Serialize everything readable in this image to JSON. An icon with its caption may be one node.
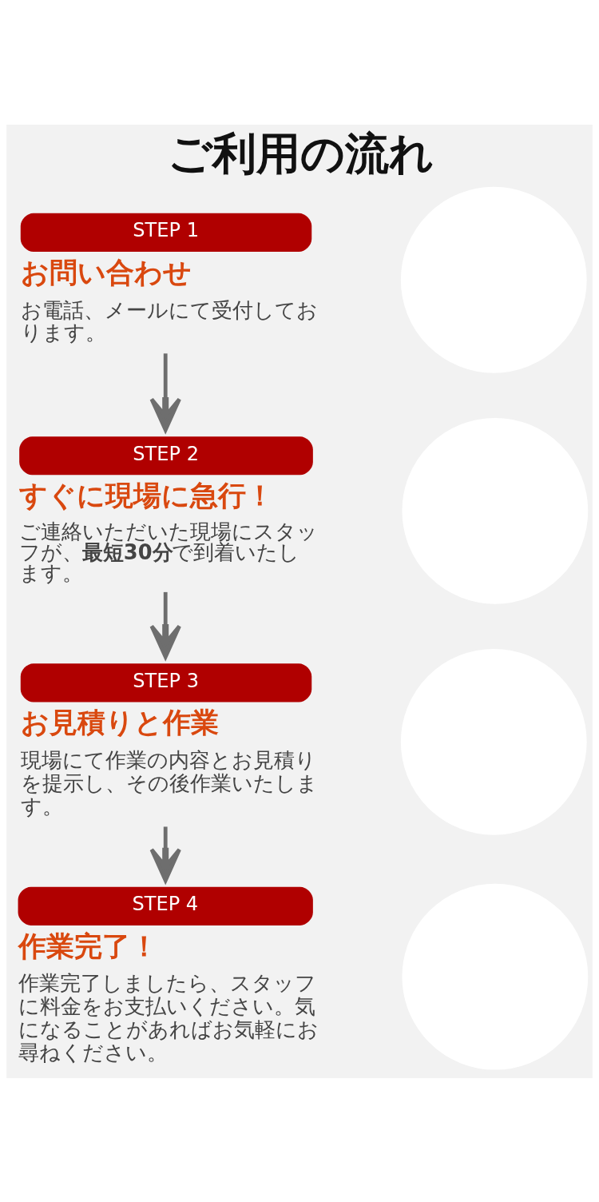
{
  "diagram": {
    "title": "ご利用の流れ",
    "nodes": [
      {
        "text": [
          "STEP 1",
          "お問い合わせ",
          "お電話、メールにて受付しております。"
        ]
      },
      {
        "text": [],
        "shape": "circle"
      },
      {
        "text": [
          "STEP 2",
          "すぐに現場に急行！",
          "ご連絡いただいた現場にスタッフが、**最短30分**で到着いたします。"
        ]
      },
      {
        "text": [],
        "shape": "circle"
      },
      {
        "text": [
          "STEP 3",
          "お見積りと作業",
          "現場にて作業の内容とお見積りを提示し、その後作業いたします。"
        ]
      },
      {
        "text": [],
        "shape": "circle"
      },
      {
        "text": [
          "STEP 4",
          "作業完了！",
          "作業完了しましたら、スタッフに料金をお支払いください。気になることがあればお気軽にお尋ねください。"
        ]
      },
      {
        "text": [],
        "shape": "circle"
      }
    ],
    "edges": [
      {
        "from": 0,
        "to": 2,
        "arrow": "to"
      },
      {
        "from": 2,
        "to": 4,
        "arrow": "to"
      },
      {
        "from": 4,
        "to": 6,
        "arrow": "to"
      }
    ]
  }
}
